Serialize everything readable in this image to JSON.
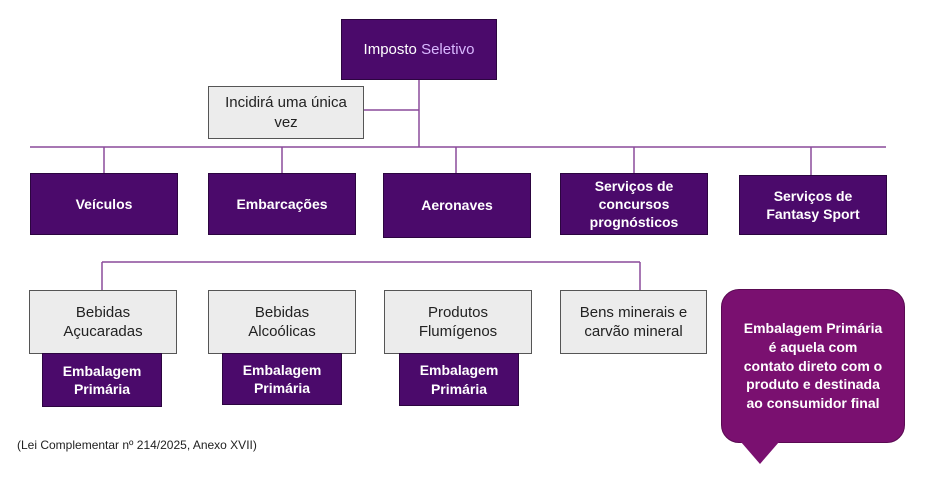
{
  "root": {
    "label_part1": "Imposto ",
    "label_part2": "Seletivo"
  },
  "note": {
    "label": "Incidirá uma única\nvez"
  },
  "categories": [
    {
      "label": "Veículos"
    },
    {
      "label": "Embarcações"
    },
    {
      "label": "Aeronaves"
    },
    {
      "label": "Serviços de\nconcursos\nprognósticos"
    },
    {
      "label": "Serviços de\nFantasy Sport"
    }
  ],
  "products": [
    {
      "label": "Bebidas\nAçucaradas",
      "tag": "Embalagem\nPrimária"
    },
    {
      "label": "Bebidas\nAlcoólicas",
      "tag": "Embalagem\nPrimária"
    },
    {
      "label": "Produtos\nFlumígenos",
      "tag": "Embalagem\nPrimária"
    },
    {
      "label": "Bens minerais e\ncarvão mineral"
    }
  ],
  "callout": {
    "text": "Embalagem Primária\né aquela com\ncontato direto com o\nproduto e destinada\nao consumidor final"
  },
  "citation": "(Lei Complementar nº 214/2025, Anexo XVII)",
  "colors": {
    "purple": "#4b0a6b",
    "gray": "#ececec",
    "line": "#8a4a9a",
    "callout": "#7a1070",
    "accent": "#d9b8ff"
  }
}
